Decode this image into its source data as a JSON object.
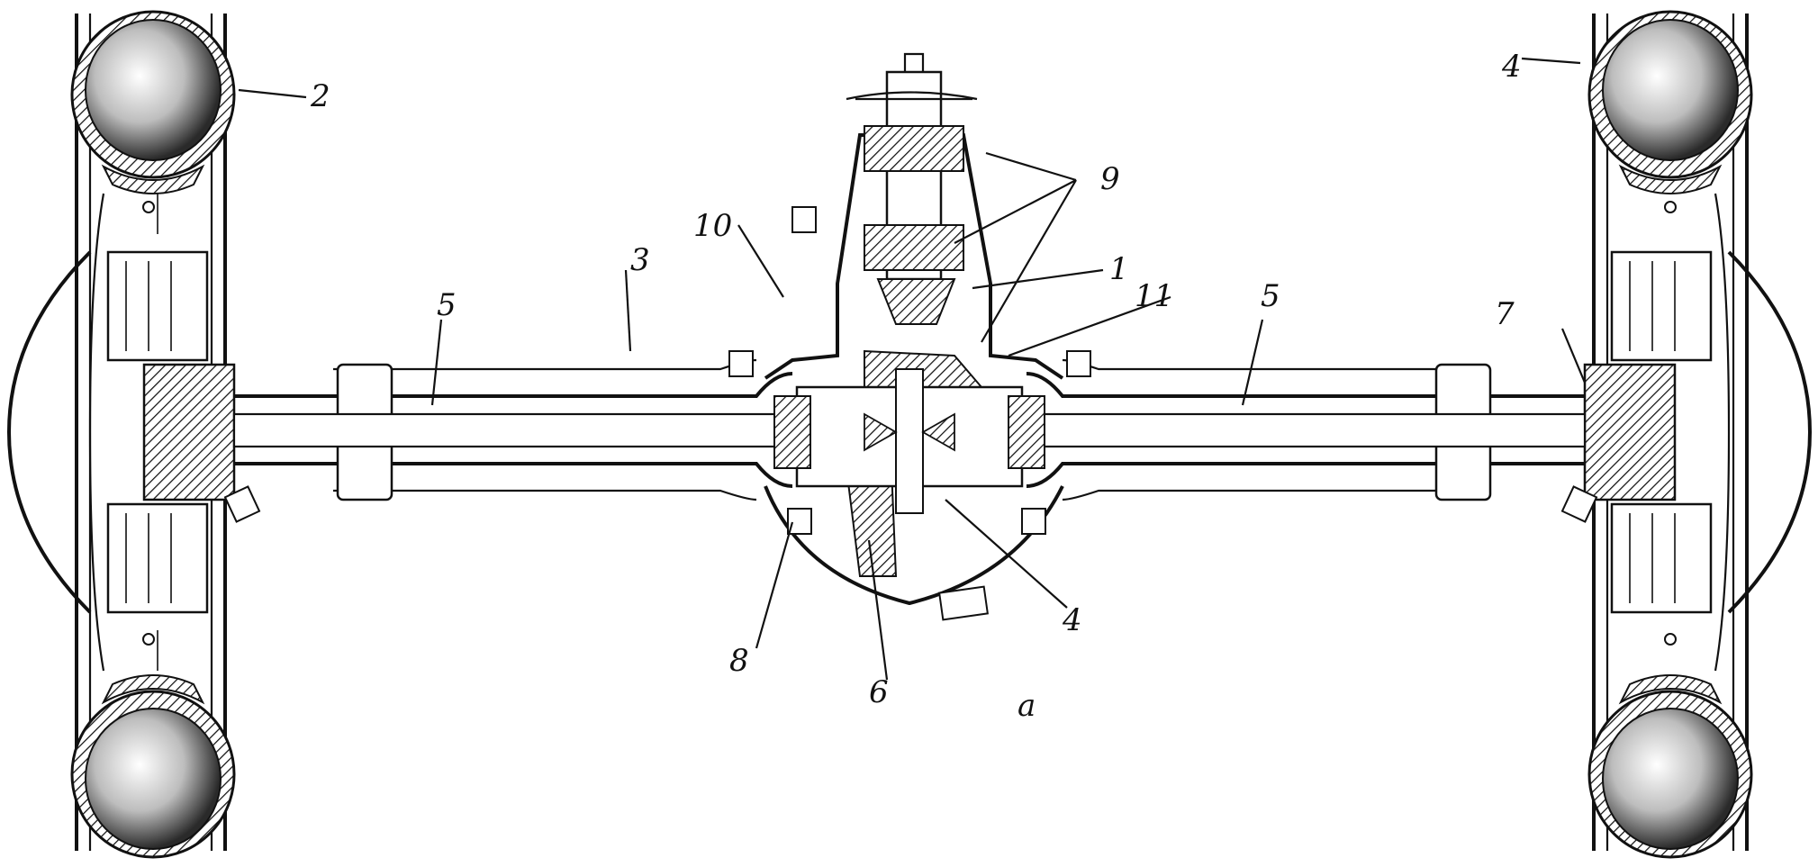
{
  "diagram": {
    "callouts": {
      "c1": "1",
      "c2": "2",
      "c3": "3",
      "c4_left": "4",
      "c4_right": "4",
      "c5_left": "5",
      "c5_right": "5",
      "c6": "6",
      "c7": "7",
      "c8": "8",
      "c9": "9",
      "c10": "10",
      "c11": "11"
    },
    "caption": "a",
    "colors": {
      "ink": "#111111",
      "paper": "#ffffff"
    }
  }
}
